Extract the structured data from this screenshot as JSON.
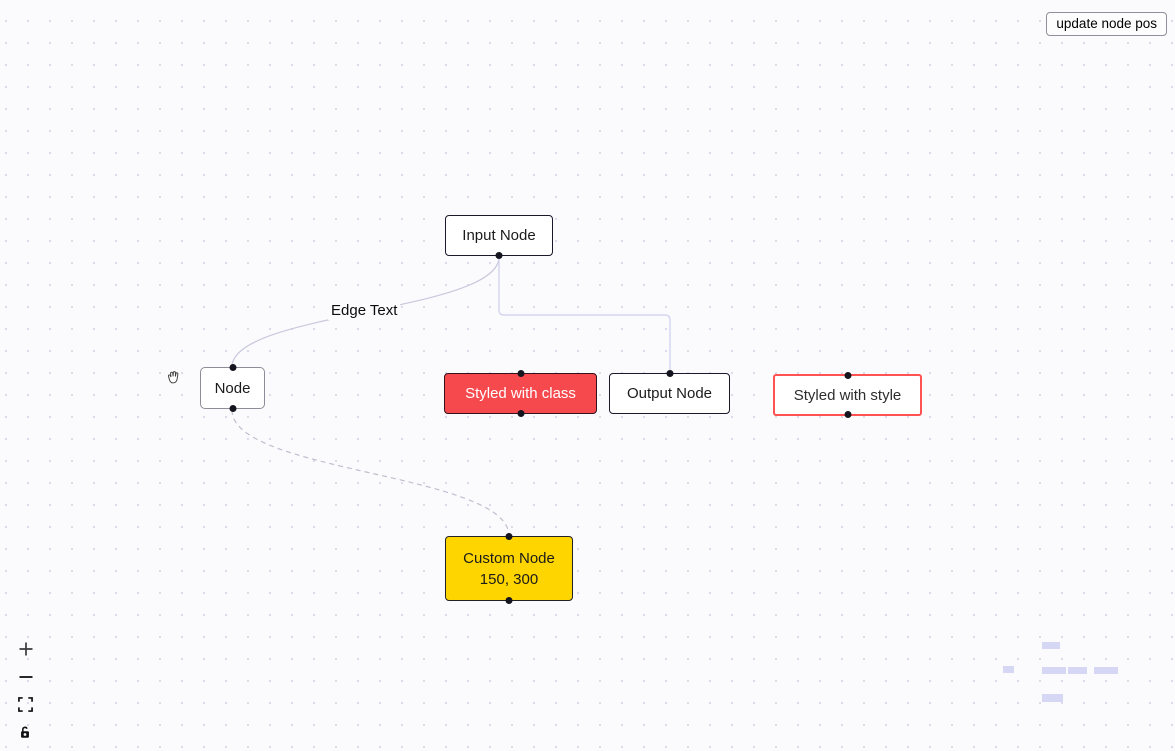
{
  "header": {
    "update_button_label": "update node pos"
  },
  "nodes": {
    "input": {
      "label": "Input Node",
      "type": "input"
    },
    "default_node": {
      "label": "Node",
      "type": "default"
    },
    "styled_class": {
      "label": "Styled with class",
      "type": "default"
    },
    "output": {
      "label": "Output Node",
      "type": "output"
    },
    "styled_style": {
      "label": "Styled with style",
      "type": "default"
    },
    "custom": {
      "line1": "Custom Node",
      "line2": "150, 300",
      "type": "custom"
    }
  },
  "edges": {
    "edge_label": "Edge Text",
    "connections": [
      {
        "from": "input",
        "to": "default_node",
        "style": "bezier",
        "label": "Edge Text"
      },
      {
        "from": "input",
        "to": "output",
        "style": "smoothstep"
      },
      {
        "from": "default_node",
        "to": "custom",
        "style": "bezier-dashed"
      }
    ]
  },
  "controls": {
    "icons": [
      "zoom-in-icon",
      "zoom-out-icon",
      "fit-view-icon",
      "lock-icon"
    ]
  },
  "minimap": {
    "visible_nodes": 6
  },
  "colors": {
    "canvas_bg": "#fbfbfe",
    "dot": "#d8d8ea",
    "node_border_dark": "#1a192b",
    "node_border_gray": "#8d8d99",
    "red_bg": "#f5494e",
    "red_border": "#ff5252",
    "yellow_bg": "#ffd500",
    "edge": "#c9c9dc",
    "edge_step": "#d5d5f0",
    "edge_dash": "#bfbfce",
    "minimap_node": "#d6d6f5",
    "handle": "#15151f"
  }
}
